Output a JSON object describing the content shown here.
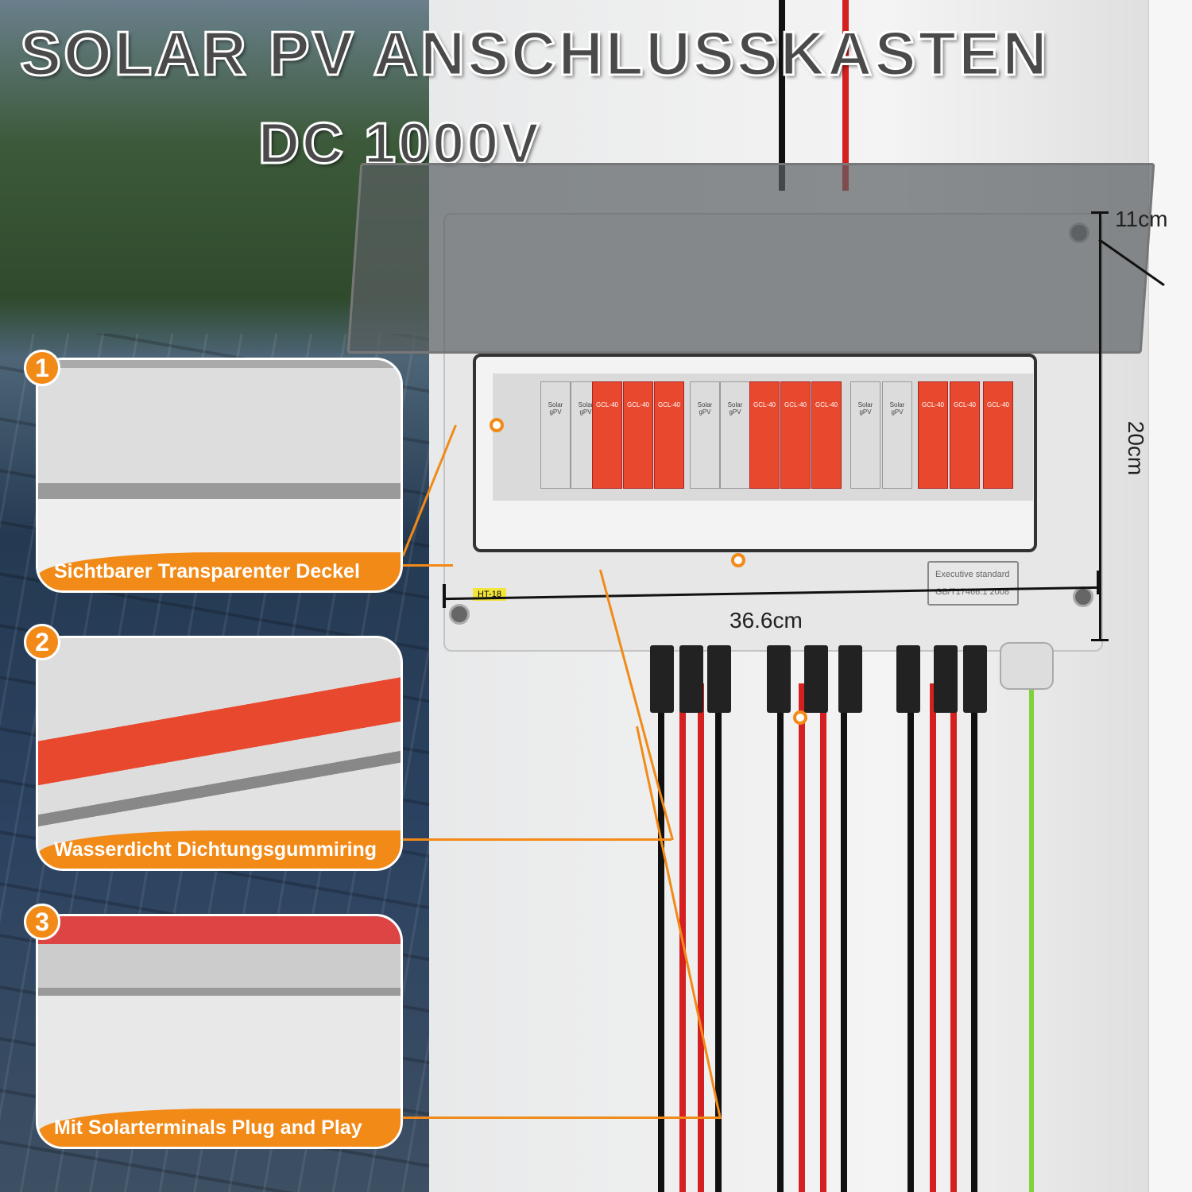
{
  "title": "SOLAR PV ANSCHLUSSKASTEN",
  "subtitle": "DC 1000V",
  "dimensions": {
    "depth": "11cm",
    "height": "20cm",
    "width": "36.6cm"
  },
  "product": {
    "model_tag": "HT-18",
    "plate_line1": "Executive standard",
    "plate_line2": "GB/T17466.1 2008",
    "module_grey_label": "Solar gPV",
    "module_red_label": "GCL-40"
  },
  "features": [
    {
      "number": "1",
      "label": "Sichtbarer Transparenter Deckel"
    },
    {
      "number": "2",
      "label": "Wasserdicht Dichtungsgummiring"
    },
    {
      "number": "3",
      "label": "Mit Solarterminals Plug and Play"
    }
  ],
  "colors": {
    "accent": "#f28a18",
    "spd_red": "#e8492e",
    "wire_red": "#d42020",
    "wire_ground": "#7fd33a"
  }
}
